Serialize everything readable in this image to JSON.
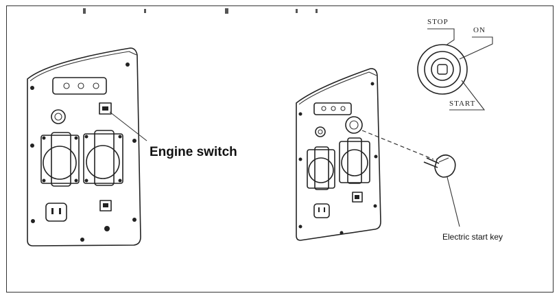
{
  "labels": {
    "engine_switch": "Engine switch",
    "electric_start_key": "Electric start key",
    "stop": "STOP",
    "on": "ON",
    "start": "START"
  }
}
